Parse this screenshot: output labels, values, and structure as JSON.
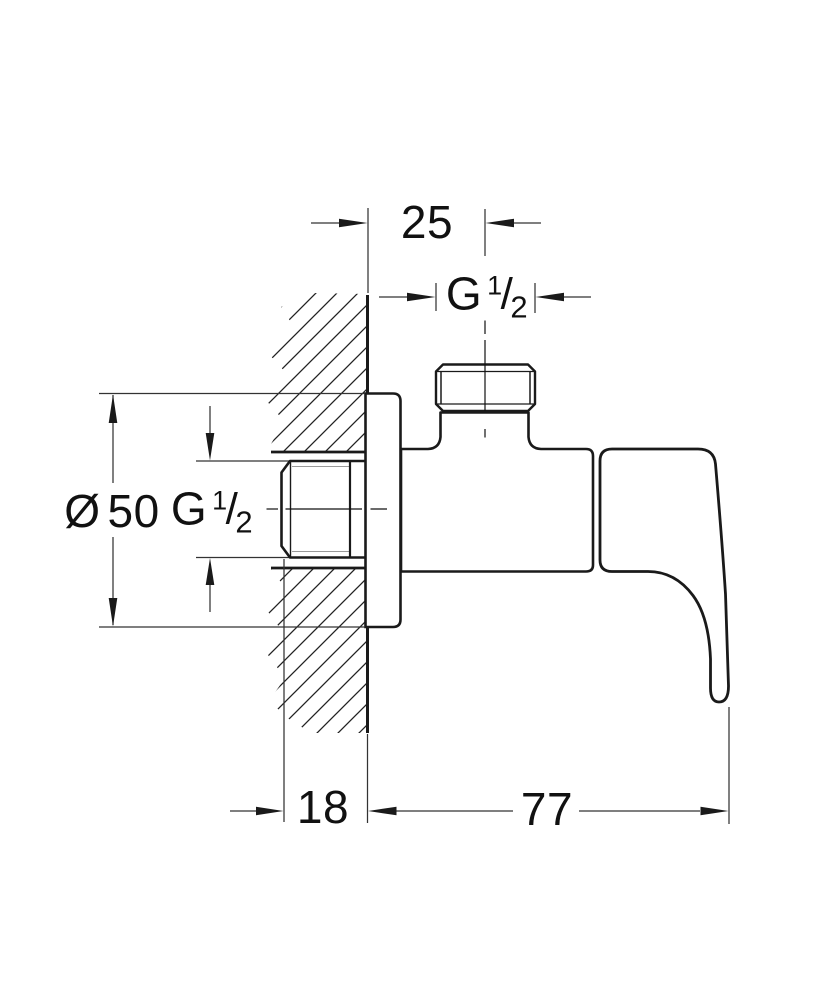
{
  "drawing": {
    "type": "technical-dimension-drawing",
    "subject": "wall-mounted angle valve with lever handle, side section",
    "background_color": "#ffffff",
    "part_line_color": "#1a1a1a",
    "dimension_line_color": "#333333",
    "labels": {
      "offset_from_wall": "25",
      "thread": {
        "g": "G",
        "num": "1",
        "slash": "/",
        "den": "2"
      },
      "escutcheon_diameter": {
        "symbol": "Ø",
        "value": "50"
      },
      "recess_depth": "18",
      "projection": "77"
    }
  }
}
